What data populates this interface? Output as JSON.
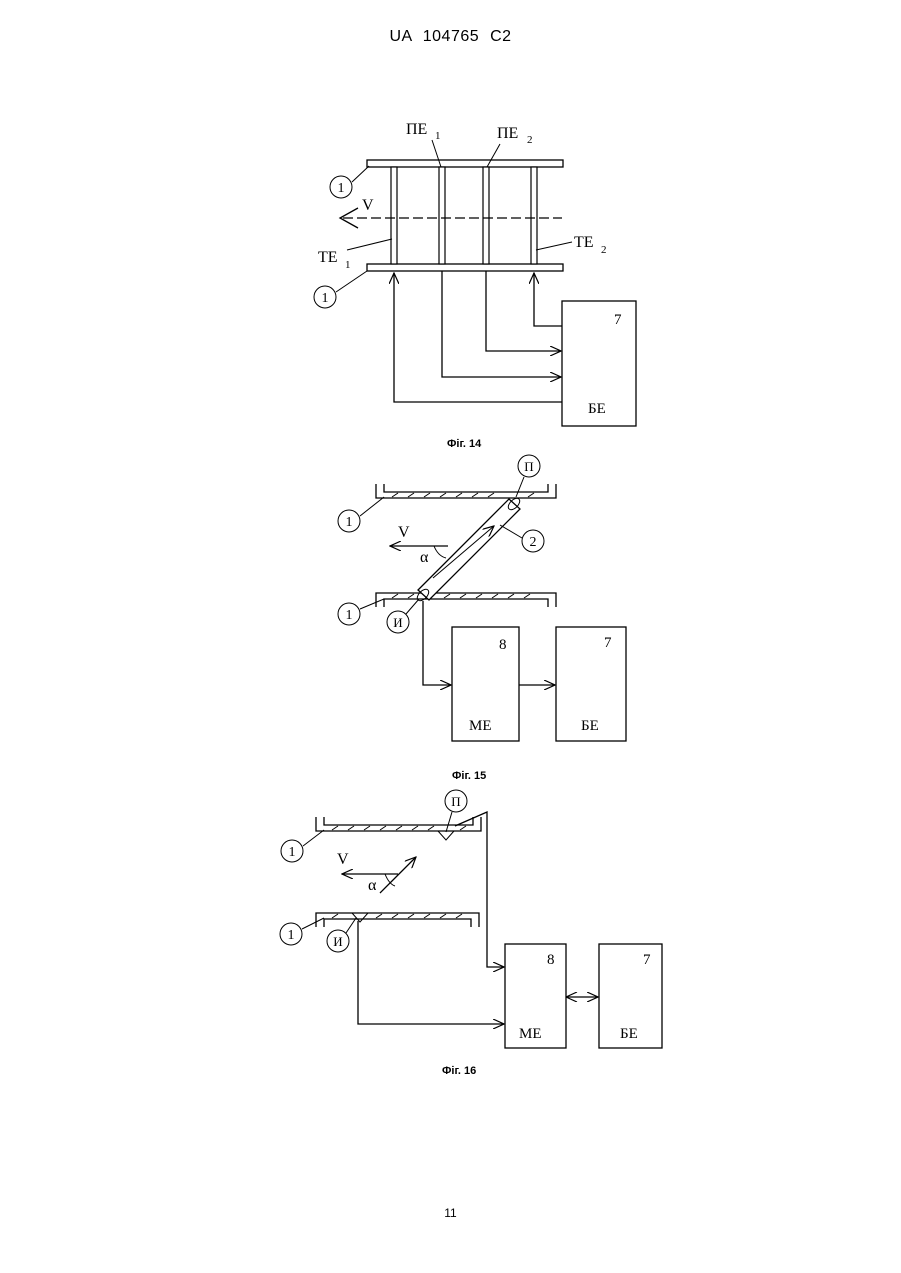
{
  "header": {
    "doc_id": "UA 104765 C2"
  },
  "page_number": "11",
  "figures": [
    {
      "caption": "Фіг. 14",
      "labels": {
        "pe1": "ПЕ",
        "pe1_sub": "1",
        "pe2": "ПЕ",
        "pe2_sub": "2",
        "te1": "ТЕ",
        "te1_sub": "1",
        "te2": "ТЕ",
        "te2_sub": "2",
        "v": "V",
        "pipe_top": "1",
        "pipe_bottom": "1"
      },
      "blocks": [
        {
          "number": "7",
          "label": "БЕ"
        }
      ]
    },
    {
      "caption": "Фіг. 15",
      "labels": {
        "p": "П",
        "i": "И",
        "v": "V",
        "alpha": "α",
        "pipe_top": "1",
        "pipe_bottom": "1",
        "probe": "2"
      },
      "blocks": [
        {
          "number": "8",
          "label": "МЕ"
        },
        {
          "number": "7",
          "label": "БЕ"
        }
      ]
    },
    {
      "caption": "Фіг. 16",
      "labels": {
        "p": "П",
        "i": "И",
        "v": "V",
        "alpha": "α",
        "pipe_top": "1",
        "pipe_bottom": "1"
      },
      "blocks": [
        {
          "number": "8",
          "label": "МЕ"
        },
        {
          "number": "7",
          "label": "БЕ"
        }
      ]
    }
  ]
}
